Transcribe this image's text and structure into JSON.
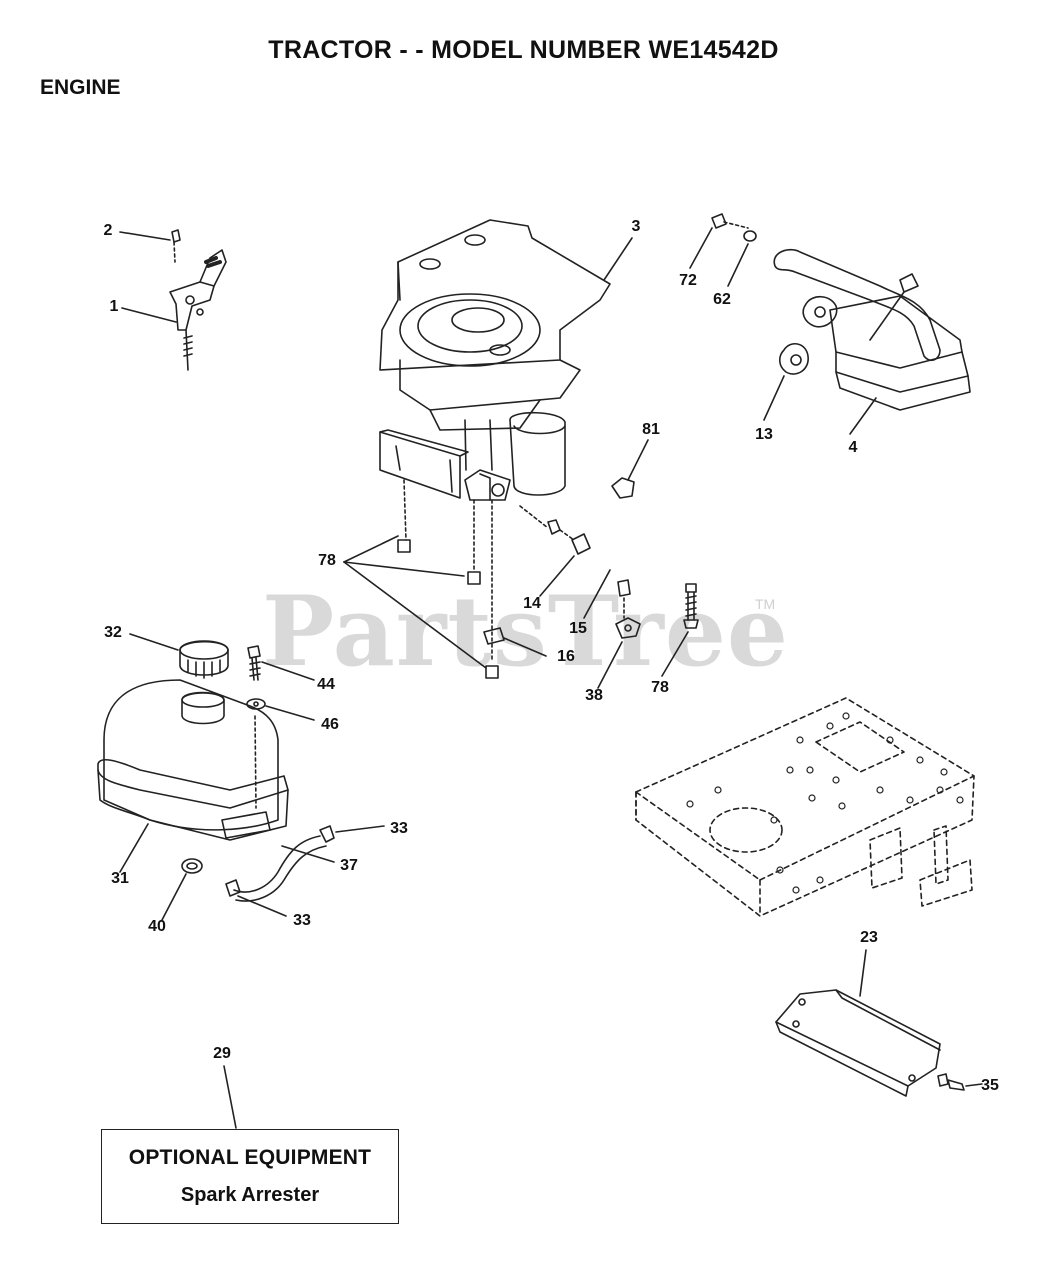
{
  "header": {
    "title": "TRACTOR - - MODEL NUMBER WE14542D",
    "section": "ENGINE"
  },
  "watermark": {
    "text": "PartsTree",
    "tm": "TM"
  },
  "callouts": {
    "c1": "1",
    "c2": "2",
    "c3": "3",
    "c4": "4",
    "c13": "13",
    "c14": "14",
    "c15": "15",
    "c16": "16",
    "c23": "23",
    "c29": "29",
    "c31": "31",
    "c32": "32",
    "c33a": "33",
    "c33b": "33",
    "c35": "35",
    "c37": "37",
    "c38": "38",
    "c40": "40",
    "c44": "44",
    "c46": "46",
    "c62": "62",
    "c72": "72",
    "c78a": "78",
    "c78b": "78",
    "c81": "81"
  },
  "optional_equipment": {
    "heading": "OPTIONAL EQUIPMENT",
    "item": "Spark Arrester"
  }
}
